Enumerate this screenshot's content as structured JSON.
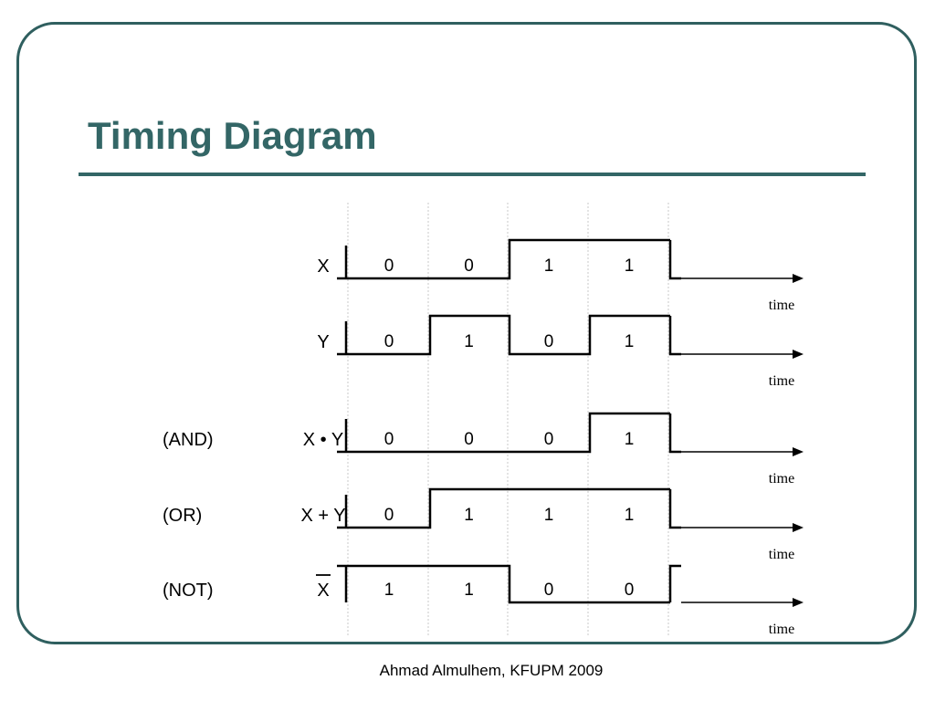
{
  "slide": {
    "title": "Timing Diagram",
    "footer": "Ahmad Almulhem, KFUPM 2009"
  },
  "colors": {
    "accent": "#336666",
    "frame": "#2f5f5f",
    "waveform": "#000000",
    "divider": "#c8c8c8"
  },
  "diagram": {
    "axis_label": "time",
    "signals": [
      {
        "op": "",
        "label": "X",
        "overline": false,
        "bits": [
          "0",
          "0",
          "1",
          "1"
        ]
      },
      {
        "op": "",
        "label": "Y",
        "overline": false,
        "bits": [
          "0",
          "1",
          "0",
          "1"
        ]
      },
      {
        "op": "(AND)",
        "label": "X • Y",
        "overline": false,
        "bits": [
          "0",
          "0",
          "0",
          "1"
        ]
      },
      {
        "op": "(OR)",
        "label": "X + Y",
        "overline": false,
        "bits": [
          "0",
          "1",
          "1",
          "1"
        ]
      },
      {
        "op": "(NOT)",
        "label": "X",
        "overline": true,
        "bits": [
          "1",
          "1",
          "0",
          "0"
        ]
      }
    ]
  }
}
